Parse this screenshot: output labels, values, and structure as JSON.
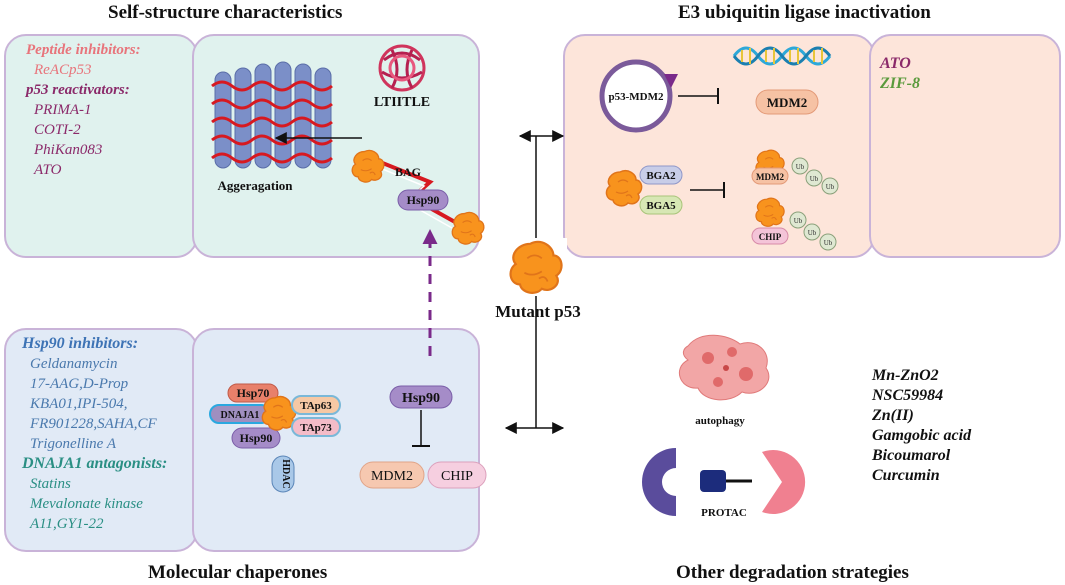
{
  "titles": {
    "top_left": "Self-structure characteristics",
    "top_right": "E3 ubiquitin ligase inactivation",
    "bottom_left": "Molecular chaperones",
    "bottom_right": "Other degradation strategies"
  },
  "center": {
    "label": "Mutant p53"
  },
  "self_structure": {
    "peptide_heading": "Peptide inhibitors:",
    "peptide_items": [
      "ReACp53"
    ],
    "reactivator_heading": "p53 reactivators:",
    "reactivator_items": [
      "PRIMA-1",
      "COTI-2",
      "PhiKan083",
      "ATO"
    ],
    "ltiitle_label": "LTIITLE",
    "aggregation_label": "Aggeragation",
    "bag_label": "BAG",
    "hsp90_label": "Hsp90"
  },
  "e3": {
    "p53_mdm2_label": "p53-MDM2",
    "mdm2_label": "MDM2",
    "bga2_label": "BGA2",
    "bga5_label": "BGA5",
    "mdm2_small_label": "MDM2",
    "chip_small_label": "CHIP",
    "ub_label": "Ub",
    "side_items": [
      "ATO",
      "ZIF-8"
    ]
  },
  "chaperones": {
    "hsp90_heading": "Hsp90 inhibitors:",
    "hsp90_items": [
      "Geldanamycin",
      "17-AAG,D-Prop",
      "KBA01,IPI-504,",
      "FR901228,SAHA,CF",
      "Trigonelline A"
    ],
    "dnaja1_heading": "DNAJA1 antagonists:",
    "dnaja1_items": [
      "Statins",
      "Mevalonate kinase",
      "A11,GY1-22"
    ],
    "hsp70_label": "Hsp70",
    "dnaja1_label": "DNAJA1",
    "hsp90_label": "Hsp90",
    "tap63_label": "TAp63",
    "tap73_label": "TAp73",
    "hdac_label": "HDAC",
    "hsp90_right_label": "Hsp90",
    "mdm2_label": "MDM2",
    "chip_label": "CHIP"
  },
  "other": {
    "autophagy_label": "autophagy",
    "protac_label": "PROTAC",
    "compounds": [
      "Mn-ZnO2",
      "NSC59984",
      "Zn(II)",
      "Gamgobic acid",
      "Bicoumarol",
      "Curcumin"
    ]
  },
  "colors": {
    "panel_green": "#e0f2ee",
    "panel_peach": "#fde5da",
    "panel_blue": "#e1eaf6",
    "panel_border": "#c9b3d8",
    "peptide_red": "#e8747b",
    "reactivator_purple": "#8b2a6a",
    "hsp90_blue": "#3d73b5",
    "list_blue": "#4a79ad",
    "dnaja1_teal": "#2a8f84",
    "zif_green": "#5a9a3c",
    "protein_orange": "#f8931d"
  }
}
